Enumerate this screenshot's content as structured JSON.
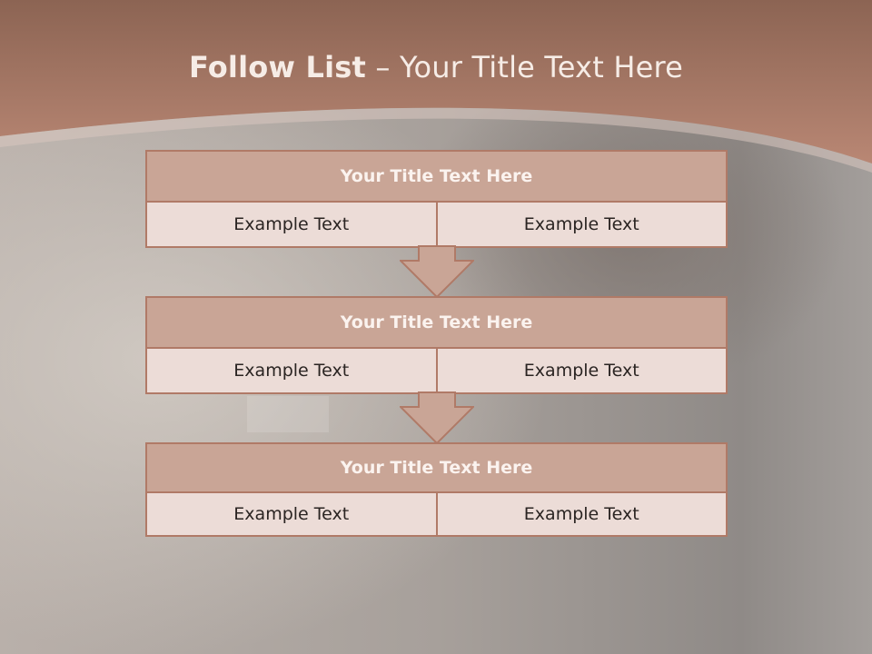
{
  "slide": {
    "title_bold": "Follow List",
    "title_rest": " – Your Title Text Here"
  },
  "blocks": [
    {
      "title": "Your Title Text Here",
      "left": "Example Text",
      "right": "Example Text"
    },
    {
      "title": "Your Title Text Here",
      "left": "Example Text",
      "right": "Example Text"
    },
    {
      "title": "Your Title Text Here",
      "left": "Example Text",
      "right": "Example Text"
    }
  ],
  "colors": {
    "header_band": "#a77866",
    "block_title_fill": "#c9a596",
    "block_border": "#b07a67",
    "cell_fill": "#ecdcd7"
  }
}
